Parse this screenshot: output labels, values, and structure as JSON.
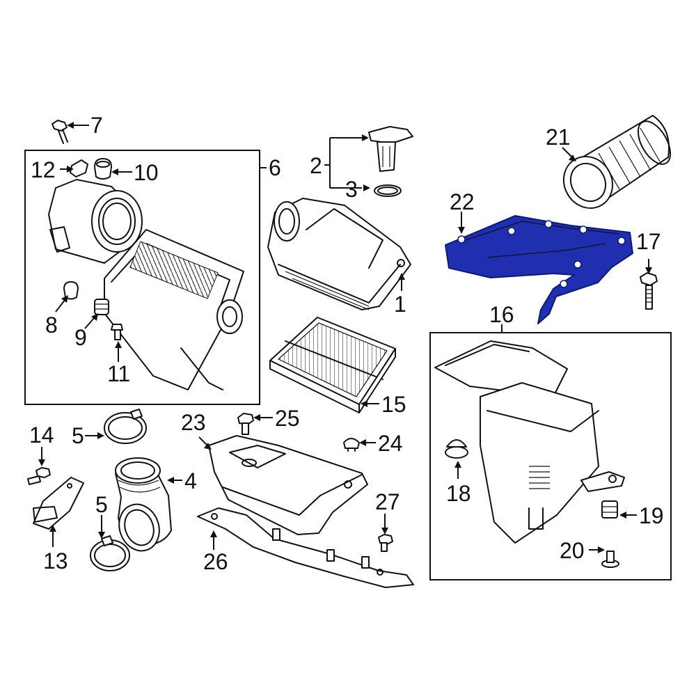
{
  "diagram": {
    "highlight_color": "#1f2fb0",
    "callouts": {
      "p1": "1",
      "p2": "2",
      "p3": "3",
      "p4": "4",
      "p5a": "5",
      "p5b": "5",
      "p6": "6",
      "p7": "7",
      "p8": "8",
      "p9": "9",
      "p10": "10",
      "p11": "11",
      "p12": "12",
      "p13": "13",
      "p14": "14",
      "p15": "15",
      "p16": "16",
      "p17": "17",
      "p18": "18",
      "p19": "19",
      "p20": "20",
      "p21": "21",
      "p22": "22",
      "p23": "23",
      "p24": "24",
      "p25": "25",
      "p26": "26",
      "p27": "27"
    }
  }
}
